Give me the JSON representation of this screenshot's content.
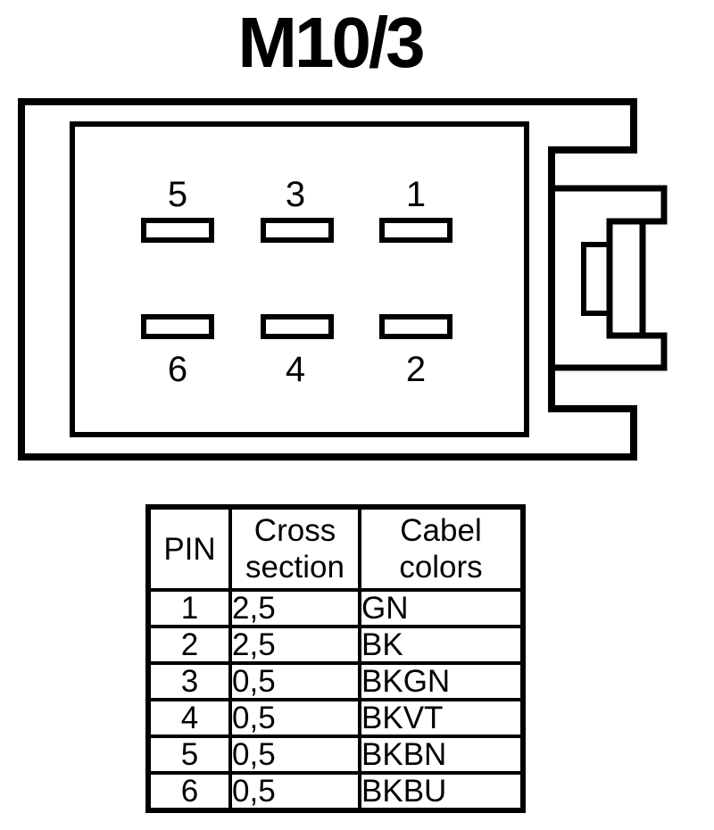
{
  "title": "M10/3",
  "colors": {
    "line": "#000000",
    "background": "#ffffff",
    "text": "#000000"
  },
  "connector": {
    "pins": [
      {
        "number": "5",
        "position": "top-left"
      },
      {
        "number": "3",
        "position": "top-center"
      },
      {
        "number": "1",
        "position": "top-right"
      },
      {
        "number": "6",
        "position": "bottom-left"
      },
      {
        "number": "4",
        "position": "bottom-center"
      },
      {
        "number": "2",
        "position": "bottom-right"
      }
    ]
  },
  "table": {
    "headers": {
      "pin": "PIN",
      "cross_section": "Cross\nsection",
      "cable_colors": "Cabel\ncolors"
    },
    "rows": [
      {
        "pin": "1",
        "cross_section": "2,5",
        "cable_color": "GN"
      },
      {
        "pin": "2",
        "cross_section": "2,5",
        "cable_color": "BK"
      },
      {
        "pin": "3",
        "cross_section": "0,5",
        "cable_color": "BKGN"
      },
      {
        "pin": "4",
        "cross_section": "0,5",
        "cable_color": "BKVT"
      },
      {
        "pin": "5",
        "cross_section": "0,5",
        "cable_color": "BKBN"
      },
      {
        "pin": "6",
        "cross_section": "0,5",
        "cable_color": "BKBU"
      }
    ]
  }
}
